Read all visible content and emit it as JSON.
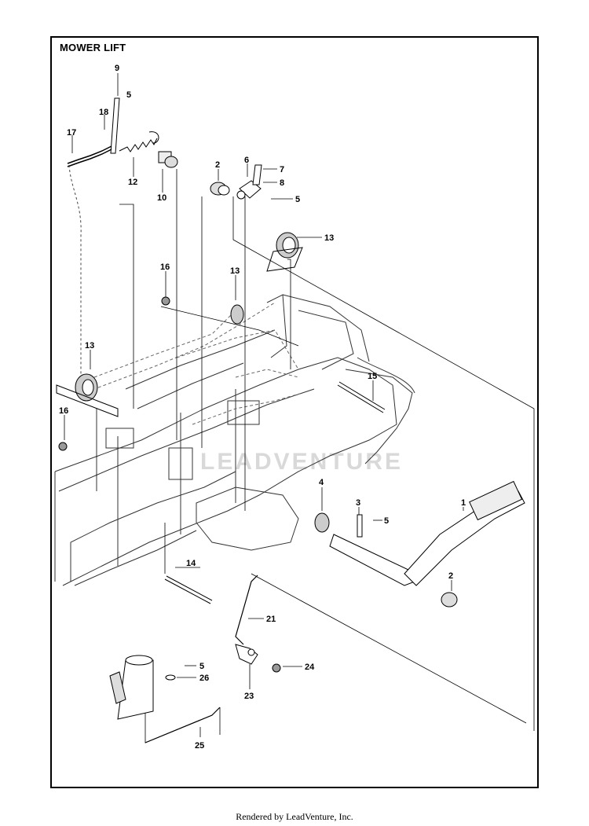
{
  "title": "MOWER LIFT",
  "footer": "Rendered by LeadVenture, Inc.",
  "watermark": "LEADVENTURE",
  "callouts": {
    "c1": "1",
    "c2a": "2",
    "c2b": "2",
    "c3": "3",
    "c4": "4",
    "c5a": "5",
    "c5b": "5",
    "c5c": "5",
    "c5d": "5",
    "c6": "6",
    "c7": "7",
    "c8": "8",
    "c9": "9",
    "c10": "10",
    "c12": "12",
    "c13a": "13",
    "c13b": "13",
    "c13c": "13",
    "c14": "14",
    "c15": "15",
    "c16a": "16",
    "c16b": "16",
    "c17": "17",
    "c18": "18",
    "c21": "21",
    "c23": "23",
    "c24": "24",
    "c25": "25",
    "c26": "26"
  }
}
